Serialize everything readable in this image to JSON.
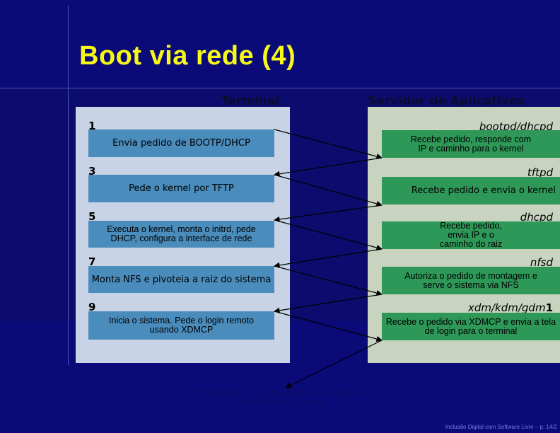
{
  "title": "Boot via rede (4)",
  "terminal": {
    "heading": "Terminal",
    "steps": [
      {
        "num": "1",
        "text": "Envia pedido de BOOTP/DHCP"
      },
      {
        "num": "3",
        "text": "Pede o kernel por TFTP"
      },
      {
        "num": "5",
        "text": "Executa o kernel, monta o initrd, pede DHCP, configura a interface de rede"
      },
      {
        "num": "7",
        "text": "Monta NFS e pivoteia a raiz do sistema"
      },
      {
        "num": "9",
        "text": "Inicia o sistema. Pede o login remoto usando XDMCP"
      }
    ]
  },
  "server": {
    "heading": "Servidor de Aplicativos",
    "steps": [
      {
        "service": "bootpd/dhcpd",
        "text": "Recebe pedido, responde com IP e caminho para o kernel"
      },
      {
        "service": "tftpd",
        "text": "Recebe pedido e envia o kernel"
      },
      {
        "service": "dhcpd",
        "text": "Recebe pedido, envia IP e o caminho do raiz"
      },
      {
        "service": "nfsd",
        "text": "Autoriza o pedido de montagem e serve o sistema via NFS"
      },
      {
        "service": "xdm/kdm/gdm",
        "suffix": "1",
        "text": "Recebe o pedido via XDMCP e envia a tela de login para o terminal"
      }
    ]
  },
  "caption": "Execução dos programas no servidor com exibição no terminal",
  "footer": "Inclusão Digital com Software Livre – p. 14/2",
  "colors": {
    "background": "#0a0a78",
    "title": "#f8f818",
    "terminal_panel": "#c8d4e6",
    "terminal_box": "#4a8cbc",
    "server_panel": "#c8d4c0",
    "server_box": "#2e9858"
  }
}
